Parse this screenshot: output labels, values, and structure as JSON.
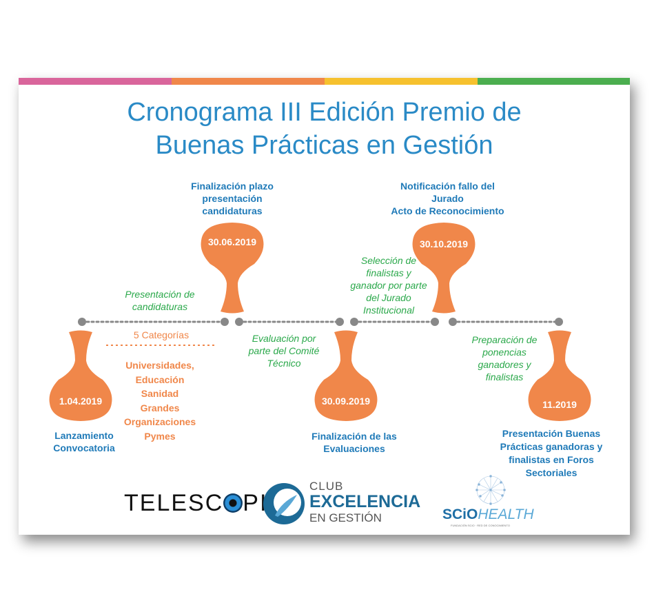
{
  "title": {
    "line1": "Cronograma III Edición Premio de",
    "line2": "Buenas Prácticas en Gestión"
  },
  "colors": {
    "stripe": [
      "#d9659b",
      "#f0874a",
      "#f6c12e",
      "#4bae4f"
    ],
    "orange": "#f0874a",
    "blue": "#1f7ab8",
    "green": "#2aa84a",
    "dot": "#888888"
  },
  "milestones": [
    {
      "date": "1.04.2019",
      "label": [
        "Lanzamiento",
        "Convocatoria"
      ]
    },
    {
      "date": "30.06.2019",
      "label": [
        "Finalización plazo",
        "presentación",
        "candidaturas"
      ]
    },
    {
      "date": "30.09.2019",
      "label": [
        "Finalización de las",
        "Evaluaciones"
      ]
    },
    {
      "date": "30.10.2019",
      "label": [
        "Notificación fallo del",
        "Jurado",
        "Acto de Reconocimiento"
      ]
    },
    {
      "date": "11.2019",
      "label": [
        "Presentación Buenas",
        "Prácticas ganadoras y",
        "finalistas en Foros",
        "Sectoriales"
      ]
    }
  ],
  "phases": [
    {
      "text": [
        "Presentación de",
        "candidaturas"
      ]
    },
    {
      "text": [
        "Evaluación por",
        "parte del Comité",
        "Técnico"
      ]
    },
    {
      "text": [
        "Selección de",
        "finalistas y",
        "ganador por parte",
        "del Jurado",
        "Institucional"
      ]
    },
    {
      "text": [
        "Preparación de",
        "ponencias",
        "ganadores y",
        "finalistas"
      ]
    }
  ],
  "categories": {
    "heading": "5 Categorías",
    "items": [
      "Universidades,",
      "Educación",
      "Sanidad",
      "Grandes",
      "Organizaciones",
      "Pymes"
    ]
  },
  "logos": {
    "telescopi_left": "TELESC",
    "telescopi_right": "PI",
    "club_top": "CLUB",
    "club_mid": "EXCELENCIA",
    "club_bot": "EN GESTIÓN",
    "scio_a": "SCiO",
    "scio_b": "HEALTH",
    "scio_sub": "FUNDACIÓN SCIO · RED DE CONOCIMIENTO"
  }
}
